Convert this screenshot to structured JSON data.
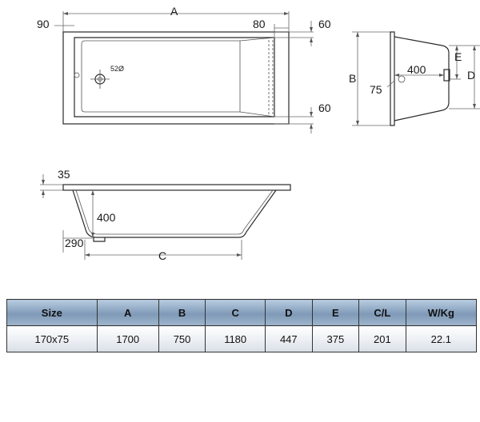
{
  "labels": {
    "a": "A",
    "b": "B",
    "c": "C",
    "d": "D",
    "e": "E",
    "d90": "90",
    "d80": "80",
    "d60_top": "60",
    "d60_bottom": "60",
    "d400_end": "400",
    "d75": "75",
    "d35": "35",
    "d400_side": "400",
    "d290": "290",
    "waste": "52Ø"
  },
  "table": {
    "headers": [
      "Size",
      "A",
      "B",
      "C",
      "D",
      "E",
      "C/L",
      "W/Kg"
    ],
    "row": [
      "170x75",
      "1700",
      "750",
      "1180",
      "447",
      "375",
      "201",
      "22.1"
    ]
  }
}
